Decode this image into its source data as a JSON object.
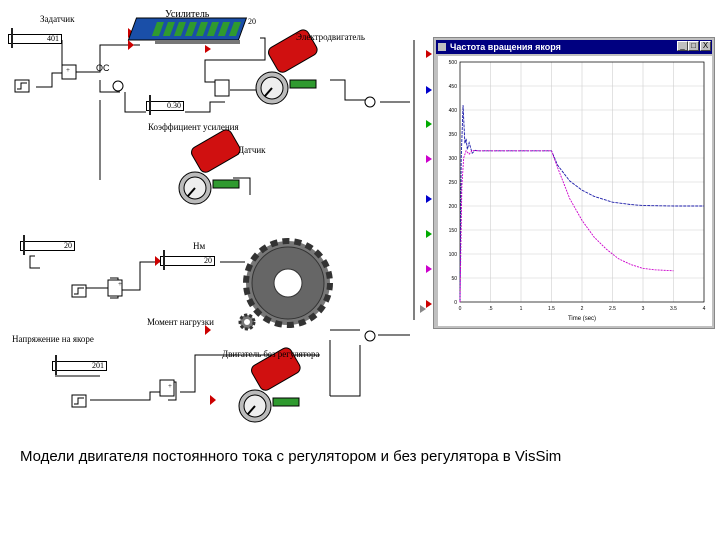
{
  "blocks": {
    "setter_label": "Задатчик",
    "setter_value": "401",
    "amplifier_label": "Усилитель",
    "amplifier_gain": "20",
    "ec_label": "Электродвигатель",
    "oc_label": "ОС",
    "gain_label": "Коэффициент усиления",
    "gain_value": "0.30",
    "sensor_label": "Датчик",
    "load_slider_value": "20",
    "nm_label": "Нм",
    "nm_value": "20",
    "load_moment_label": "Момент нагрузки",
    "armature_voltage_label": "Напряжение на якоре",
    "armature_voltage_value": "201",
    "motor_no_reg_label": "Двигатель без регулятора",
    "sum_sign": "+",
    "sum_sign_minus": "-"
  },
  "plot_window": {
    "title": "Частота вращения якоря",
    "btn_minimize": "_",
    "btn_maximize": "□",
    "btn_close": "X",
    "x_axis_label": "Time (sec)"
  },
  "caption": "Модели двигателя постоянного тока с регулятором и без регулятора в VisSim",
  "chart_data": {
    "type": "line",
    "title": "Частота вращения якоря",
    "xlabel": "Time (sec)",
    "ylabel": "",
    "xlim": [
      0,
      4
    ],
    "ylim": [
      0,
      500
    ],
    "x_ticks": [
      "0",
      ".5",
      "1",
      "1.5",
      "2",
      "2.5",
      "3",
      "3.5",
      "4"
    ],
    "y_ticks": [
      "0",
      "50",
      "100",
      "150",
      "200",
      "250",
      "300",
      "350",
      "400",
      "450",
      "500"
    ],
    "series": [
      {
        "color": "#1a1aa8",
        "x": [
          0,
          0.02,
          0.05,
          0.08,
          0.1,
          0.12,
          0.15,
          0.2,
          0.25,
          0.3,
          1.5,
          1.6,
          1.8,
          2.0,
          2.2,
          2.5,
          2.8,
          3.0,
          3.5,
          4.0
        ],
        "y": [
          0,
          300,
          410,
          330,
          340,
          318,
          332,
          310,
          316,
          315,
          315,
          285,
          252,
          233,
          220,
          208,
          203,
          201,
          200,
          200
        ]
      },
      {
        "color": "#cc00cc",
        "x": [
          0,
          0.03,
          0.06,
          0.1,
          0.15,
          0.2,
          0.3,
          1.5,
          1.6,
          1.8,
          2.0,
          2.2,
          2.4,
          2.6,
          2.8,
          3.0,
          3.2,
          3.5
        ],
        "y": [
          0,
          240,
          300,
          315,
          308,
          316,
          315,
          315,
          280,
          215,
          170,
          135,
          110,
          90,
          78,
          70,
          67,
          65
        ]
      }
    ]
  }
}
